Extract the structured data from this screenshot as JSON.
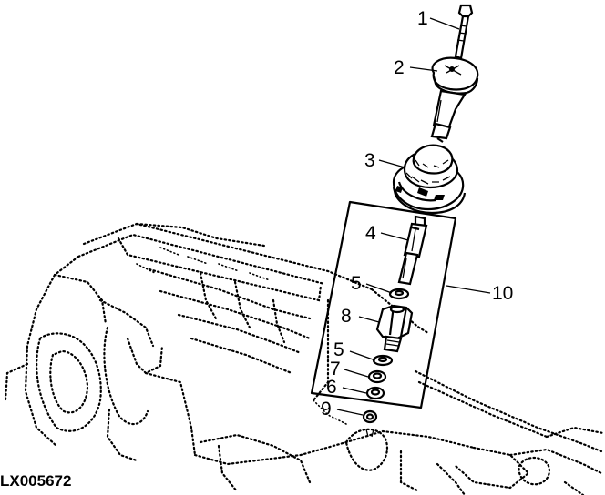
{
  "figure": {
    "code": "LX005672",
    "callouts": [
      "1",
      "2",
      "3",
      "4",
      "5",
      "8",
      "5",
      "7",
      "6",
      "9",
      "10"
    ]
  }
}
